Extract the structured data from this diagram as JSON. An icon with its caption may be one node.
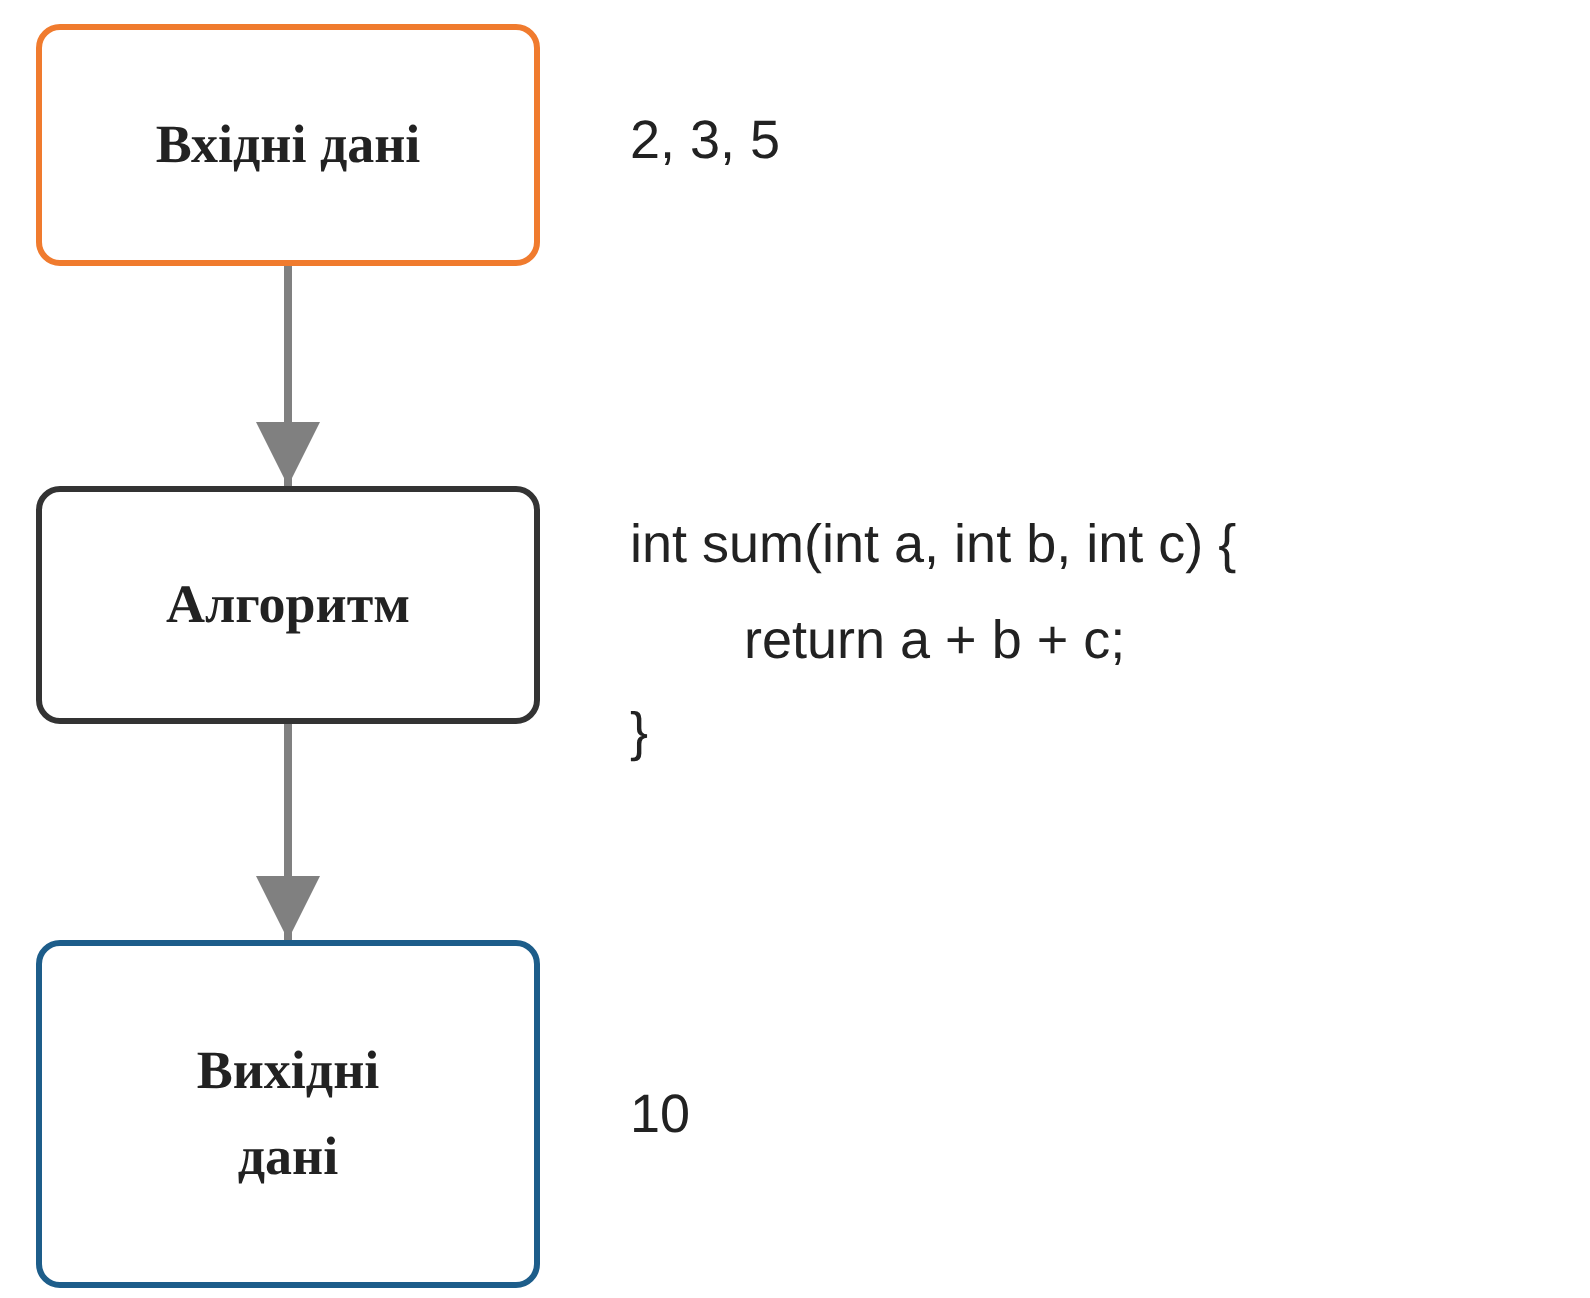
{
  "diagram": {
    "nodes": [
      {
        "text": [
          "Вхідні дані"
        ],
        "beside": [
          "2, 3, 5"
        ]
      },
      {
        "text": [
          "Алгоритм"
        ],
        "beside": [
          "int sum(int a, int b, int c) {",
          "return a + b + c;",
          "}"
        ]
      },
      {
        "text": [
          "Вихідні дані"
        ],
        "beside": [
          "10"
        ]
      }
    ],
    "edges": [
      {
        "from": 0,
        "to": 1,
        "arrow": "to"
      },
      {
        "from": 1,
        "to": 2,
        "arrow": "to"
      }
    ]
  }
}
